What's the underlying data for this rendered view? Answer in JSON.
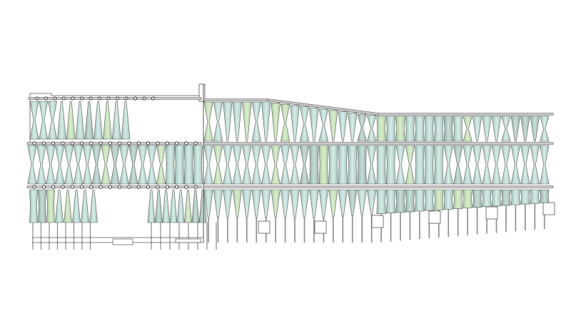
{
  "drawing": {
    "type": "facade-elevation",
    "colors": {
      "line": "#555555",
      "rail": "#777777",
      "panel_teal": "#bcdcd8",
      "panel_green": "#c6e2b8",
      "panel_grey": "#a9c4bd",
      "background": "#ffffff"
    },
    "left_wing": {
      "top_row_panels": 11,
      "middle_row_panels": 19,
      "bottom_row_panels": 16
    },
    "right_wing": {
      "panels_per_row": 36,
      "footing_boxes": 6
    }
  }
}
